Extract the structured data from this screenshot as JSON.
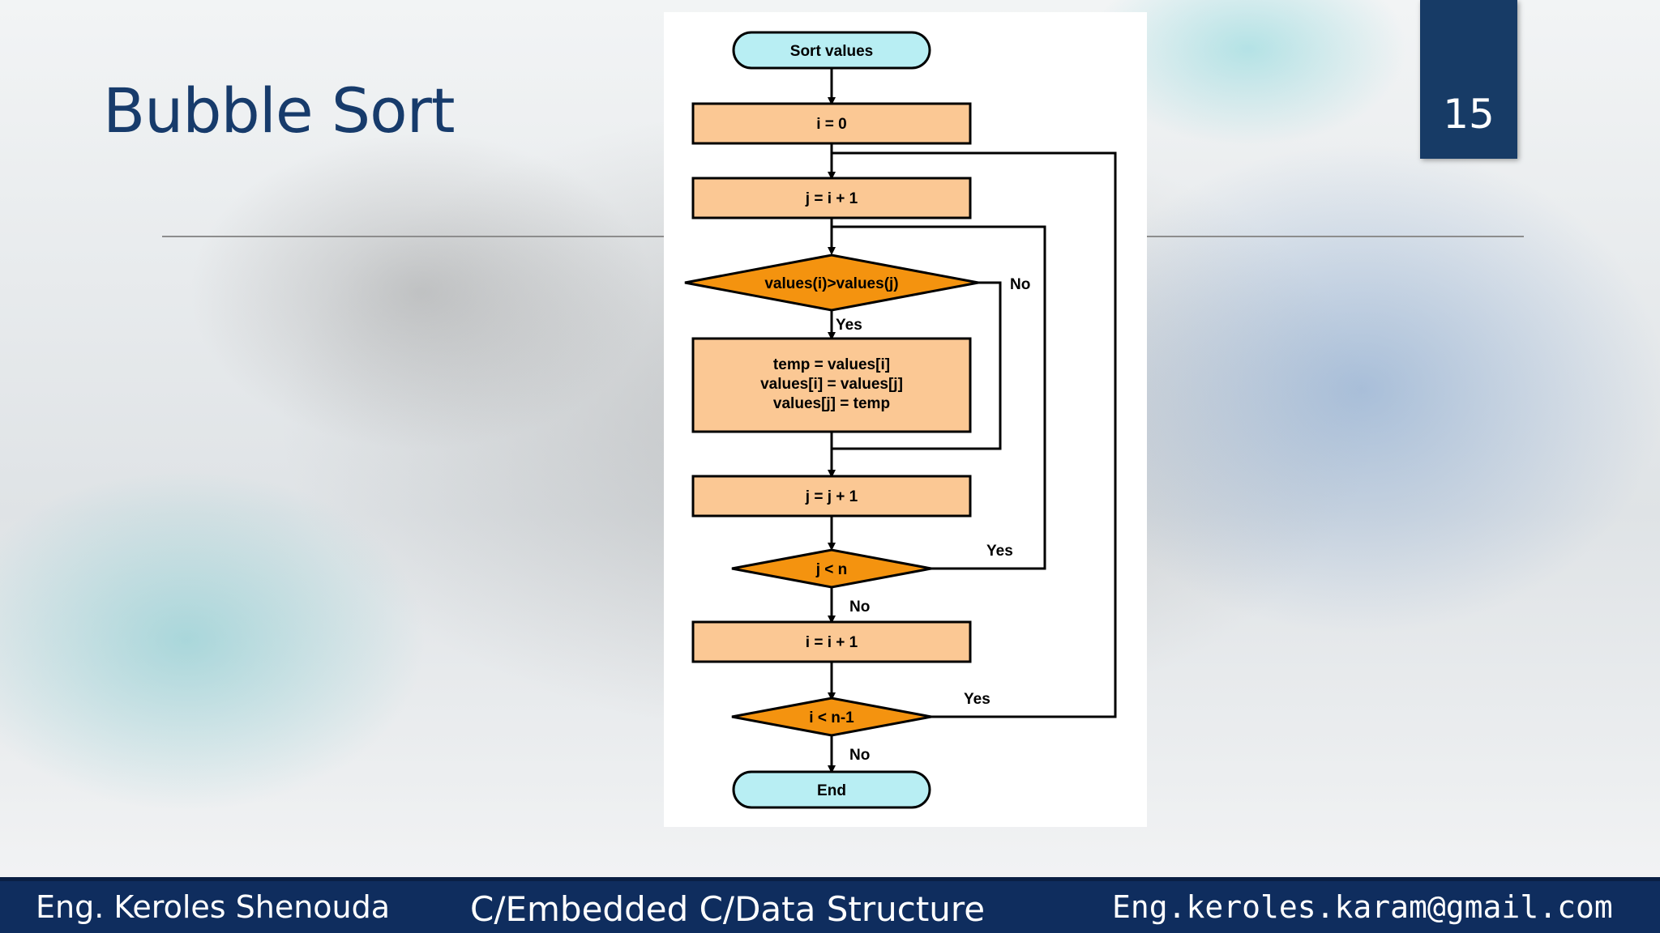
{
  "slide": {
    "title": "Bubble Sort",
    "page_number": "15"
  },
  "flowchart": {
    "start": "Sort values",
    "init_i": "i = 0",
    "init_j": "j = i + 1",
    "compare": "values(i)>values(j)",
    "swap_line1": "temp = values[i]",
    "swap_line2": "values[i] = values[j]",
    "swap_line3": "values[j] = temp",
    "inc_j": "j = j + 1",
    "cond_j": "j < n",
    "inc_i": "i = i + 1",
    "cond_i": "i < n-1",
    "end": "End",
    "label_compare_no": "No",
    "label_compare_yes": "Yes",
    "label_cond_j_yes": "Yes",
    "label_cond_j_no": "No",
    "label_cond_i_yes": "Yes",
    "label_cond_i_no": "No"
  },
  "footer": {
    "author": "Eng. Keroles Shenouda",
    "course": "C/Embedded C/Data Structure",
    "email": "Eng.keroles.karam@gmail.com"
  },
  "colors": {
    "title": "#173b6b",
    "footer_bg": "#0f2d5e",
    "process_fill": "#fbc894",
    "decision_fill": "#f4930f",
    "terminal_fill": "#b8eef3"
  }
}
